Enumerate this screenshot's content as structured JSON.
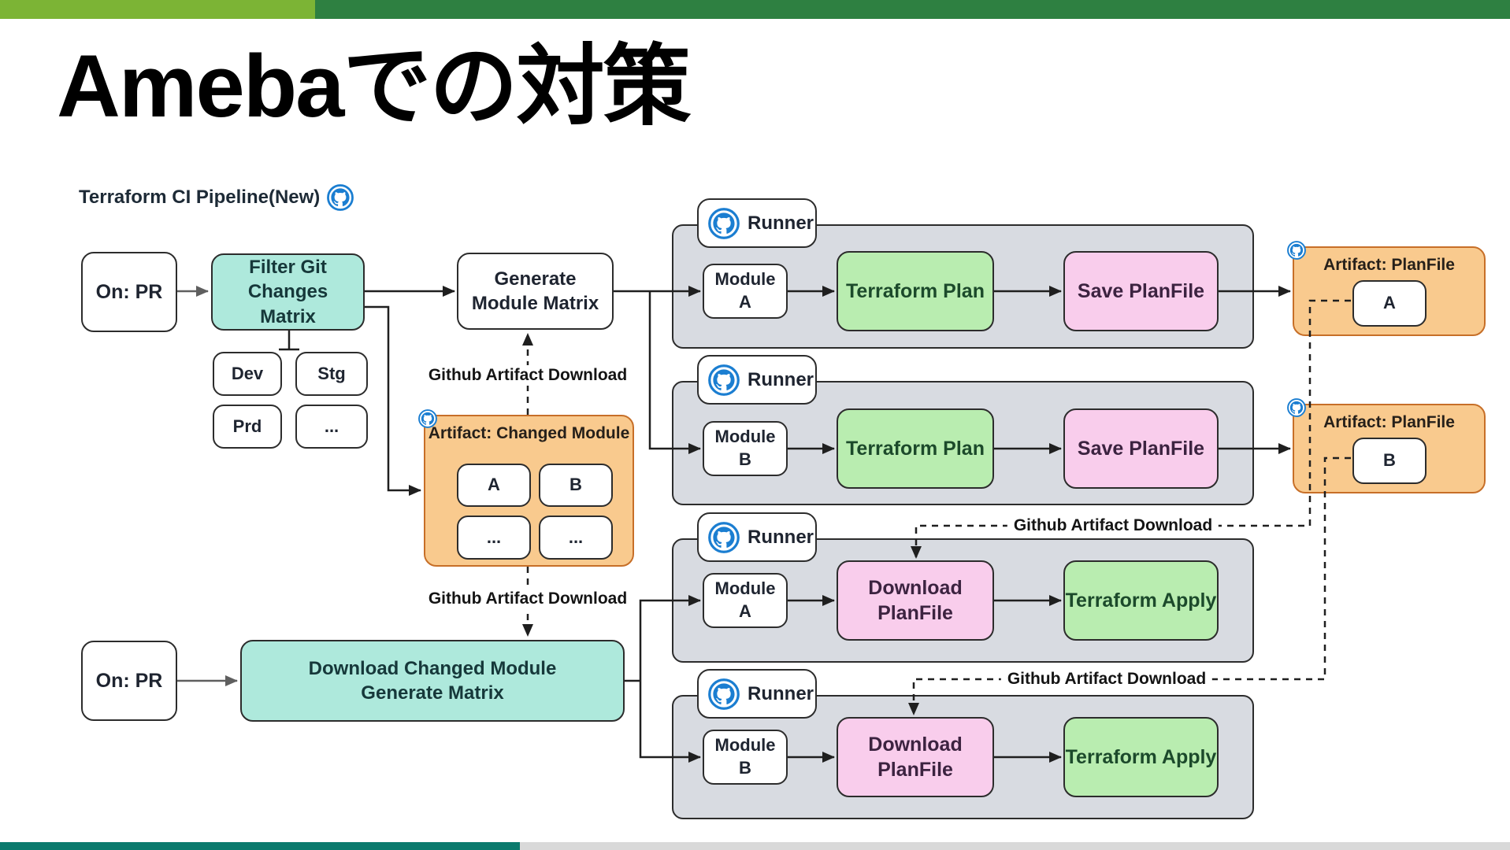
{
  "slide": {
    "title": "Amebaでの対策"
  },
  "pipeline": {
    "heading": "Terraform CI Pipeline(New)"
  },
  "labels": {
    "on_pr": "On: PR",
    "filter_line1": "Filter Git Changes",
    "filter_line2": "Matrix",
    "generate_line1": "Generate",
    "generate_line2": "Module Matrix",
    "env_dev": "Dev",
    "env_stg": "Stg",
    "env_prd": "Prd",
    "ellipsis": "...",
    "changed_artifact_title": "Artifact: Changed Module",
    "module_a": "A",
    "module_b": "B",
    "download_line1": "Download Changed Module",
    "download_line2": "Generate Matrix",
    "runner": "Runner",
    "module": "Module",
    "terraform_plan": "Terraform Plan",
    "save_planfile": "Save PlanFile",
    "download_planfile": "Download PlanFile",
    "terraform_apply": "Terraform Apply",
    "planfile_artifact_title": "Artifact: PlanFile",
    "github_artifact_download": "Github Artifact Download"
  },
  "icons": {
    "github": "github-octocat-icon"
  },
  "colors": {
    "top_bar_left": "#7cb435",
    "top_bar_right": "#2e8041",
    "bottom_bar_left": "#0b7a6d",
    "bottom_bar_right": "#d9d9d9",
    "teal_node": "#aee9dc",
    "green_node": "#b9edb0",
    "pink_node": "#f9cdec",
    "orange_node": "#f9ca8e",
    "orange_border": "#c76f28",
    "runner_container": "#d8dbe1",
    "github_blue": "#1b7ed1",
    "line": "#1f1f1f"
  }
}
